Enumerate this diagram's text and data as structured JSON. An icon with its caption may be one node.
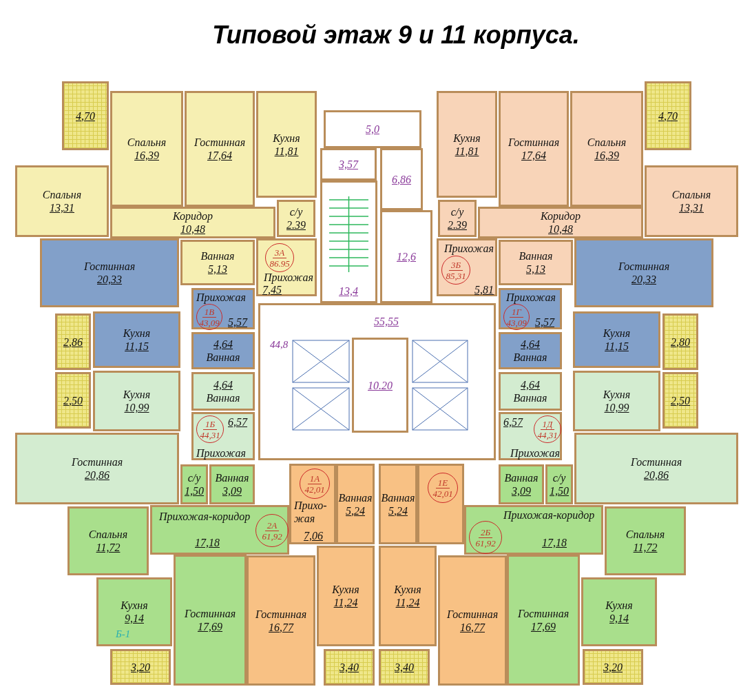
{
  "diagram": {
    "title": "Типовой этаж 9 и 11 корпуса.",
    "nodes": [
      {
        "text": [
          "4,70"
        ]
      },
      {
        "text": [
          "Спальня",
          "16,39"
        ]
      },
      {
        "text": [
          "Гостинная",
          "17,64"
        ]
      },
      {
        "text": [
          "Кухня",
          "11,81"
        ]
      },
      {
        "text": [
          "Спальня",
          "13,31"
        ]
      },
      {
        "text": [
          "Коридор",
          "10,48"
        ]
      },
      {
        "text": [
          "с/у",
          "2.39"
        ]
      },
      {
        "text": [
          "Ванная",
          "5,13"
        ]
      },
      {
        "text": [
          "Прихожая",
          "7,45"
        ]
      },
      {
        "text": [
          "3А",
          "86.95"
        ],
        "in": 8
      },
      {
        "text": [
          "Кухня",
          "11,81"
        ]
      },
      {
        "text": [
          "Гостинная",
          "17,64"
        ]
      },
      {
        "text": [
          "Спальня",
          "16,39"
        ]
      },
      {
        "text": [
          "4,70"
        ]
      },
      {
        "text": [
          "с/у",
          "2.39"
        ]
      },
      {
        "text": [
          "Коридор",
          "10,48"
        ]
      },
      {
        "text": [
          "Спальня",
          "13,31"
        ]
      },
      {
        "text": [
          "Прихожая",
          "5,81"
        ]
      },
      {
        "text": [
          "3Б",
          "85,31"
        ],
        "in": 17
      },
      {
        "text": [
          "Ванная",
          "5,13"
        ]
      },
      {
        "text": [
          "5,0"
        ]
      },
      {
        "text": [
          "3,57"
        ]
      },
      {
        "text": [
          "6,86"
        ]
      },
      {
        "text": [
          "13,4"
        ]
      },
      {
        "text": [
          "12,6"
        ]
      },
      {
        "text": [
          "Гостинная",
          "20,33"
        ]
      },
      {
        "text": [
          "Прихожая",
          "5,57"
        ]
      },
      {
        "text": [
          "1В",
          "43,09"
        ],
        "in": 26
      },
      {
        "text": [
          "2,86"
        ]
      },
      {
        "text": [
          "Кухня",
          "11,15"
        ]
      },
      {
        "text": [
          "4,64",
          "Ванная"
        ]
      },
      {
        "text": [
          "Прихожая",
          "5,57"
        ]
      },
      {
        "text": [
          "1Г",
          "43,09"
        ],
        "in": 31
      },
      {
        "text": [
          "Гостинная",
          "20,33"
        ]
      },
      {
        "text": [
          "4,64",
          "Ванная"
        ]
      },
      {
        "text": [
          "Кухня",
          "11,15"
        ]
      },
      {
        "text": [
          "2,80"
        ]
      },
      {
        "text": [
          "55,55"
        ]
      },
      {
        "text": [
          "10.20"
        ],
        "in": 37
      },
      {
        "text": [
          "2,50"
        ]
      },
      {
        "text": [
          "Кухня",
          "10,99"
        ]
      },
      {
        "text": [
          "4,64",
          "Ванная"
        ]
      },
      {
        "text": [
          "6,57",
          "Прихожая"
        ]
      },
      {
        "text": [
          "1Б",
          "44,31"
        ],
        "in": 42
      },
      {
        "text": [
          "Гостинная",
          "20,86"
        ]
      },
      {
        "text": [
          "4,64",
          "Ванная"
        ]
      },
      {
        "text": [
          "6,57",
          "Прихожая"
        ]
      },
      {
        "text": [
          "1Д",
          "44,31"
        ],
        "in": 46
      },
      {
        "text": [
          "Кухня",
          "10,99"
        ]
      },
      {
        "text": [
          "2,50"
        ]
      },
      {
        "text": [
          "Гостинная",
          "20,86"
        ]
      },
      {
        "text": [
          "с/у",
          "1,50"
        ]
      },
      {
        "text": [
          "Ванная",
          "3,09"
        ]
      },
      {
        "text": [
          "Прихожая-коридор",
          "17,18"
        ]
      },
      {
        "text": [
          "2А",
          "61,92"
        ],
        "in": 53
      },
      {
        "text": [
          "Спальня",
          "11,72"
        ]
      },
      {
        "text": [
          "Кухня",
          "9,14"
        ]
      },
      {
        "text": [
          "Гостинная",
          "17,69"
        ]
      },
      {
        "text": [
          "3,20"
        ]
      },
      {
        "text": [
          "Прихо- жая",
          "7,06"
        ]
      },
      {
        "text": [
          "1А",
          "42,01"
        ],
        "in": 59
      },
      {
        "text": [
          "Ванная",
          "5,24"
        ]
      },
      {
        "text": [
          "Гостинная",
          "16,77"
        ]
      },
      {
        "text": [
          "Кухня",
          "11,24"
        ]
      },
      {
        "text": [
          "3,40"
        ]
      },
      {
        "text": [
          "Ванная",
          "5,24"
        ]
      },
      {
        "text": [],
        "shape": "box"
      },
      {
        "text": [
          "1Е",
          "42,01"
        ],
        "in": 66
      },
      {
        "text": [
          "Кухня",
          "11,24"
        ]
      },
      {
        "text": [
          "Гостинная",
          "16,77"
        ]
      },
      {
        "text": [
          "3,40"
        ]
      },
      {
        "text": [
          "Ванная",
          "3,09"
        ]
      },
      {
        "text": [
          "с/у",
          "1,50"
        ]
      },
      {
        "text": [
          "Прихожая-коридор",
          "17,18"
        ]
      },
      {
        "text": [
          "2Б",
          "61,92"
        ],
        "in": 73
      },
      {
        "text": [
          "Спальня",
          "11,72"
        ]
      },
      {
        "text": [
          "Кухня",
          "9,14"
        ]
      },
      {
        "text": [
          "Гостинная",
          "17,69"
        ]
      },
      {
        "text": [
          "3,20"
        ]
      }
    ],
    "labels": [
      "44,8",
      "Б-1"
    ]
  }
}
